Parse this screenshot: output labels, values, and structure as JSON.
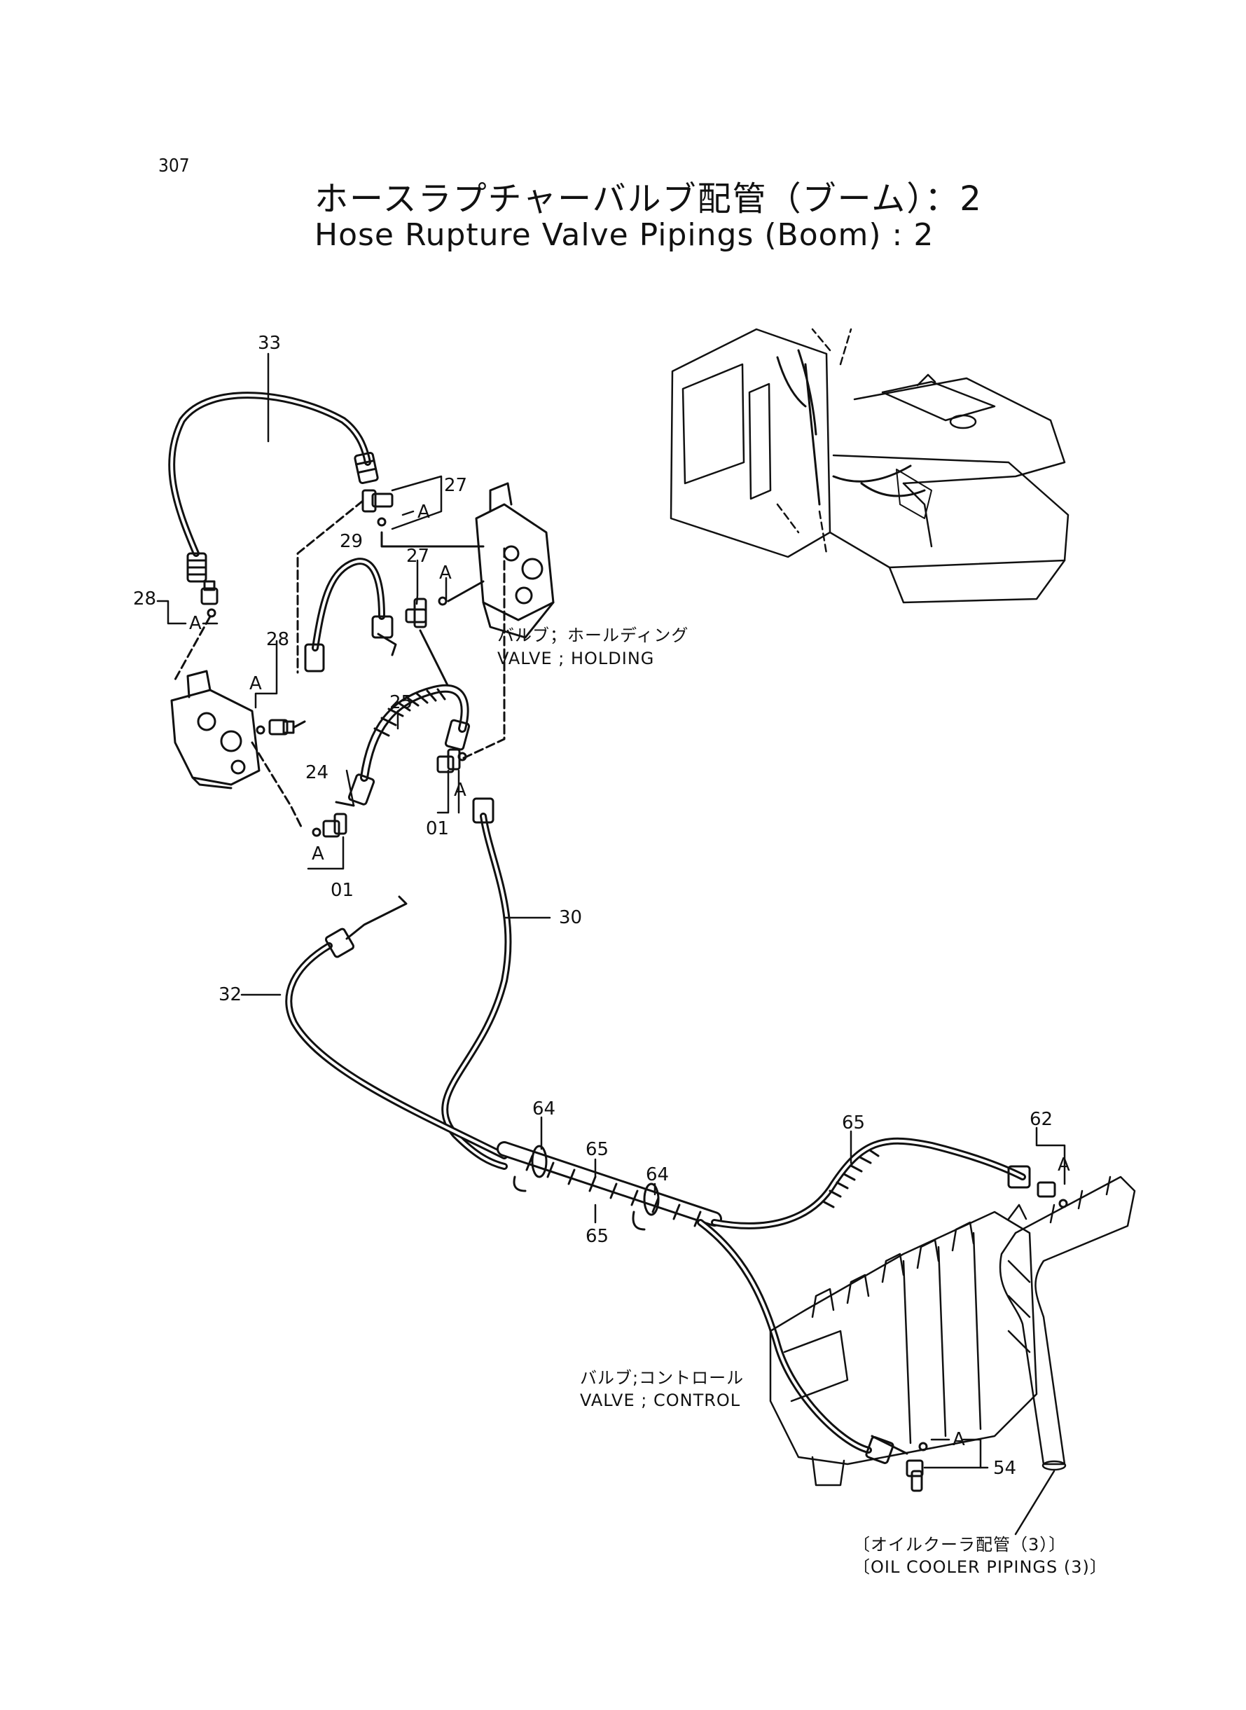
{
  "page_number": "307",
  "title_jp": "ホースラプチャーバルブ配管（ブーム）：2",
  "title_en": "Hose Rupture Valve Pipings (Boom) : 2",
  "callouts": {
    "p33": "33",
    "p27a": "27",
    "p27b": "27",
    "p29": "29",
    "p28a": "28",
    "p28b": "28",
    "p25": "25",
    "p24": "24",
    "p01a": "01",
    "p01b": "01",
    "p30": "30",
    "p32": "32",
    "p64a": "64",
    "p64b": "64",
    "p65a": "65",
    "p65b": "65",
    "p65c": "65",
    "p62": "62",
    "p54": "54",
    "a1": "A",
    "a2": "A",
    "a3": "A",
    "a4": "A",
    "a5": "A",
    "a6": "A",
    "a7": "A",
    "a8": "A"
  },
  "notes": {
    "holding_jp": "バルブ；ホールディング",
    "holding_en": "VALVE ; HOLDING",
    "control_jp": "バルブ;コントロール",
    "control_en": "VALVE ; CONTROL",
    "cooler_jp": "〔オイルクーラ配管（3）〕",
    "cooler_en": "〔OIL COOLER PIPINGS (3)〕"
  }
}
